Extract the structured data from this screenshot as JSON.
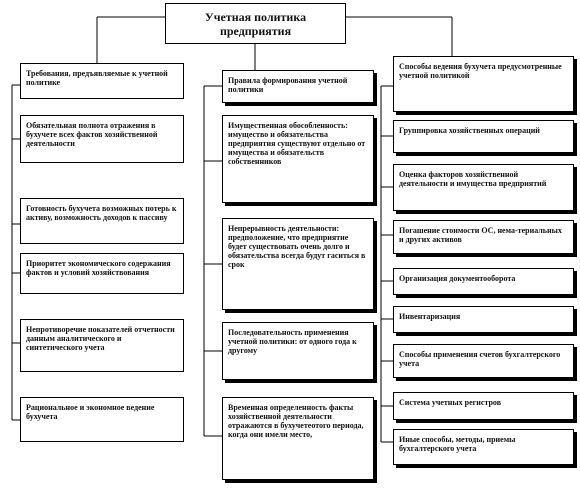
{
  "title": "Учетная политика предприятия",
  "columns": [
    {
      "header": "Требования, предъявляемые к учетной политике",
      "items": [
        "Обязательная полнота отражения в бухучете всех фактов хозяйственной деятельности",
        "Готовность бухучета возможных потерь к активу, возможность доходов к пассиву",
        "Приоритет экономического содержания фактов и условий хозяйствования",
        "Непротиворечие показателей отчетности данным аналитического и синтетического учета",
        "Рациональное и экономное ведение бухучета"
      ]
    },
    {
      "header": "Правила формирования учетной политики",
      "items": [
        "Имущественная обособленность: имущество и обязательства предприятия существуют отдельно от имущества и обязательств собственников",
        "Непрерывность деятельности: предположение, что предприятие будет существовать очень долго и обязательства всегда будут гаситься в срок",
        "Последовательность применения учетной политики: от одного года к другому",
        "Временная определенность факты хозяйственной деятельности отражаются в бухучетеотого периода, когда они имели место,"
      ]
    },
    {
      "header": "Способы ведения бухучета предусмотренные учетной политикой",
      "items": [
        "Группировка хозяйственных операций",
        "Оценка факторов хозяйственной деятельности и имущества предприятий",
        "Погашение стоимости ОС, нема-териальных и других активов",
        "Организация документооборота",
        "Инвентаризация",
        "Способы применения счетов бухгалтерского учета",
        "Система учетных регистров",
        "Иные способы, методы, приемы бухгалтерского учета"
      ]
    }
  ]
}
